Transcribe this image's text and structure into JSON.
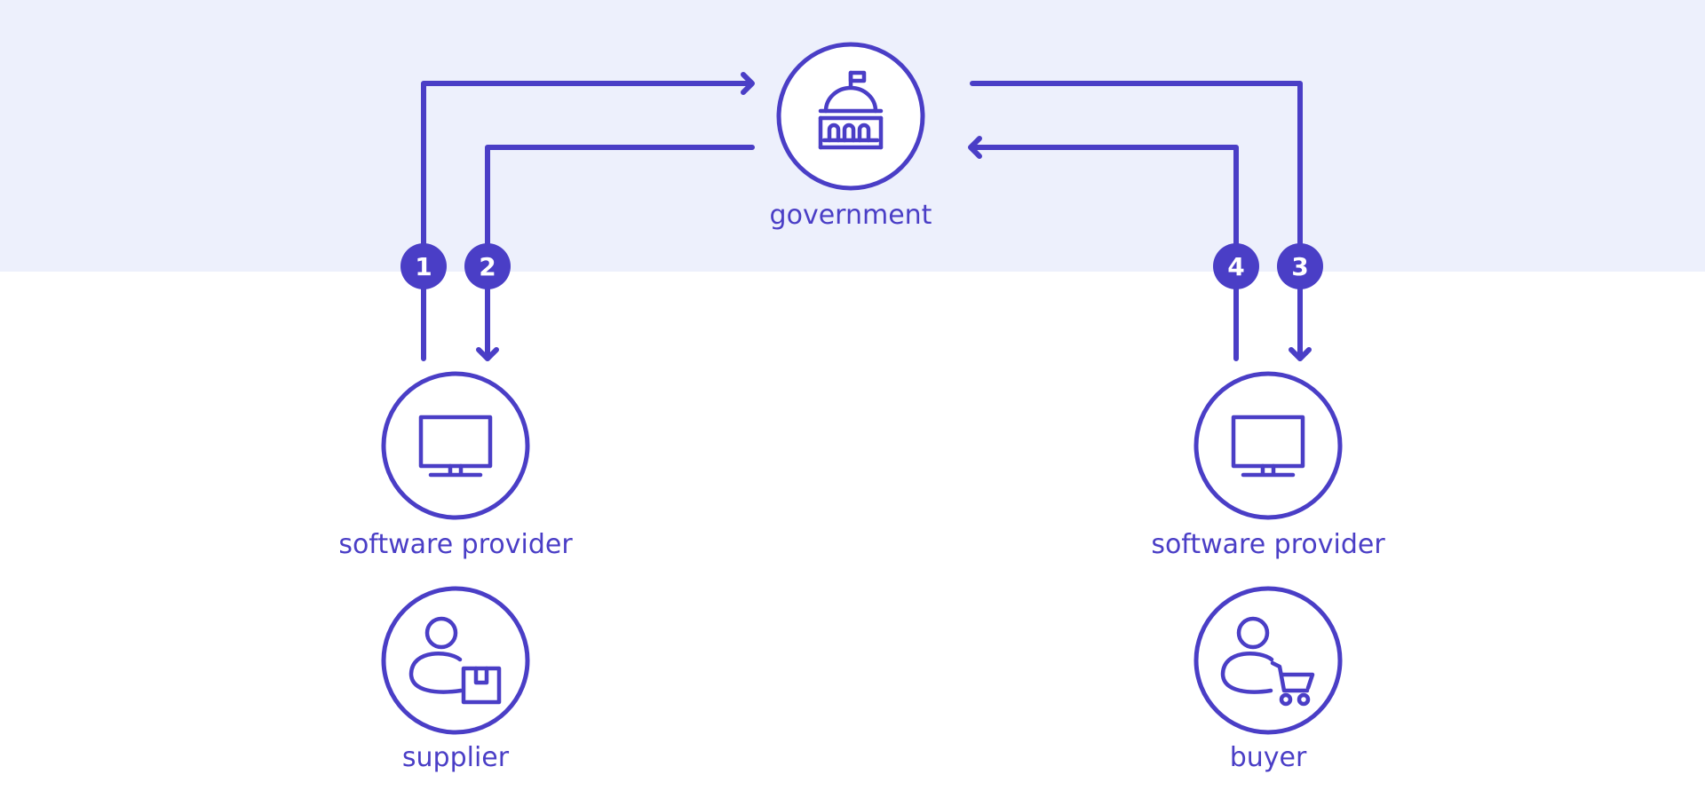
{
  "colors": {
    "accent": "#4a3ec6",
    "band": "#edf0fc",
    "background": "#ffffff"
  },
  "nodes": {
    "government": {
      "label": "government",
      "icon": "capitol-building-icon"
    },
    "software_provider_left": {
      "label": "software provider",
      "icon": "monitor-icon"
    },
    "software_provider_right": {
      "label": "software provider",
      "icon": "monitor-icon"
    },
    "supplier": {
      "label": "supplier",
      "icon": "person-with-package-icon"
    },
    "buyer": {
      "label": "buyer",
      "icon": "person-with-cart-icon"
    }
  },
  "steps": [
    {
      "number": "1"
    },
    {
      "number": "2"
    },
    {
      "number": "3"
    },
    {
      "number": "4"
    }
  ]
}
